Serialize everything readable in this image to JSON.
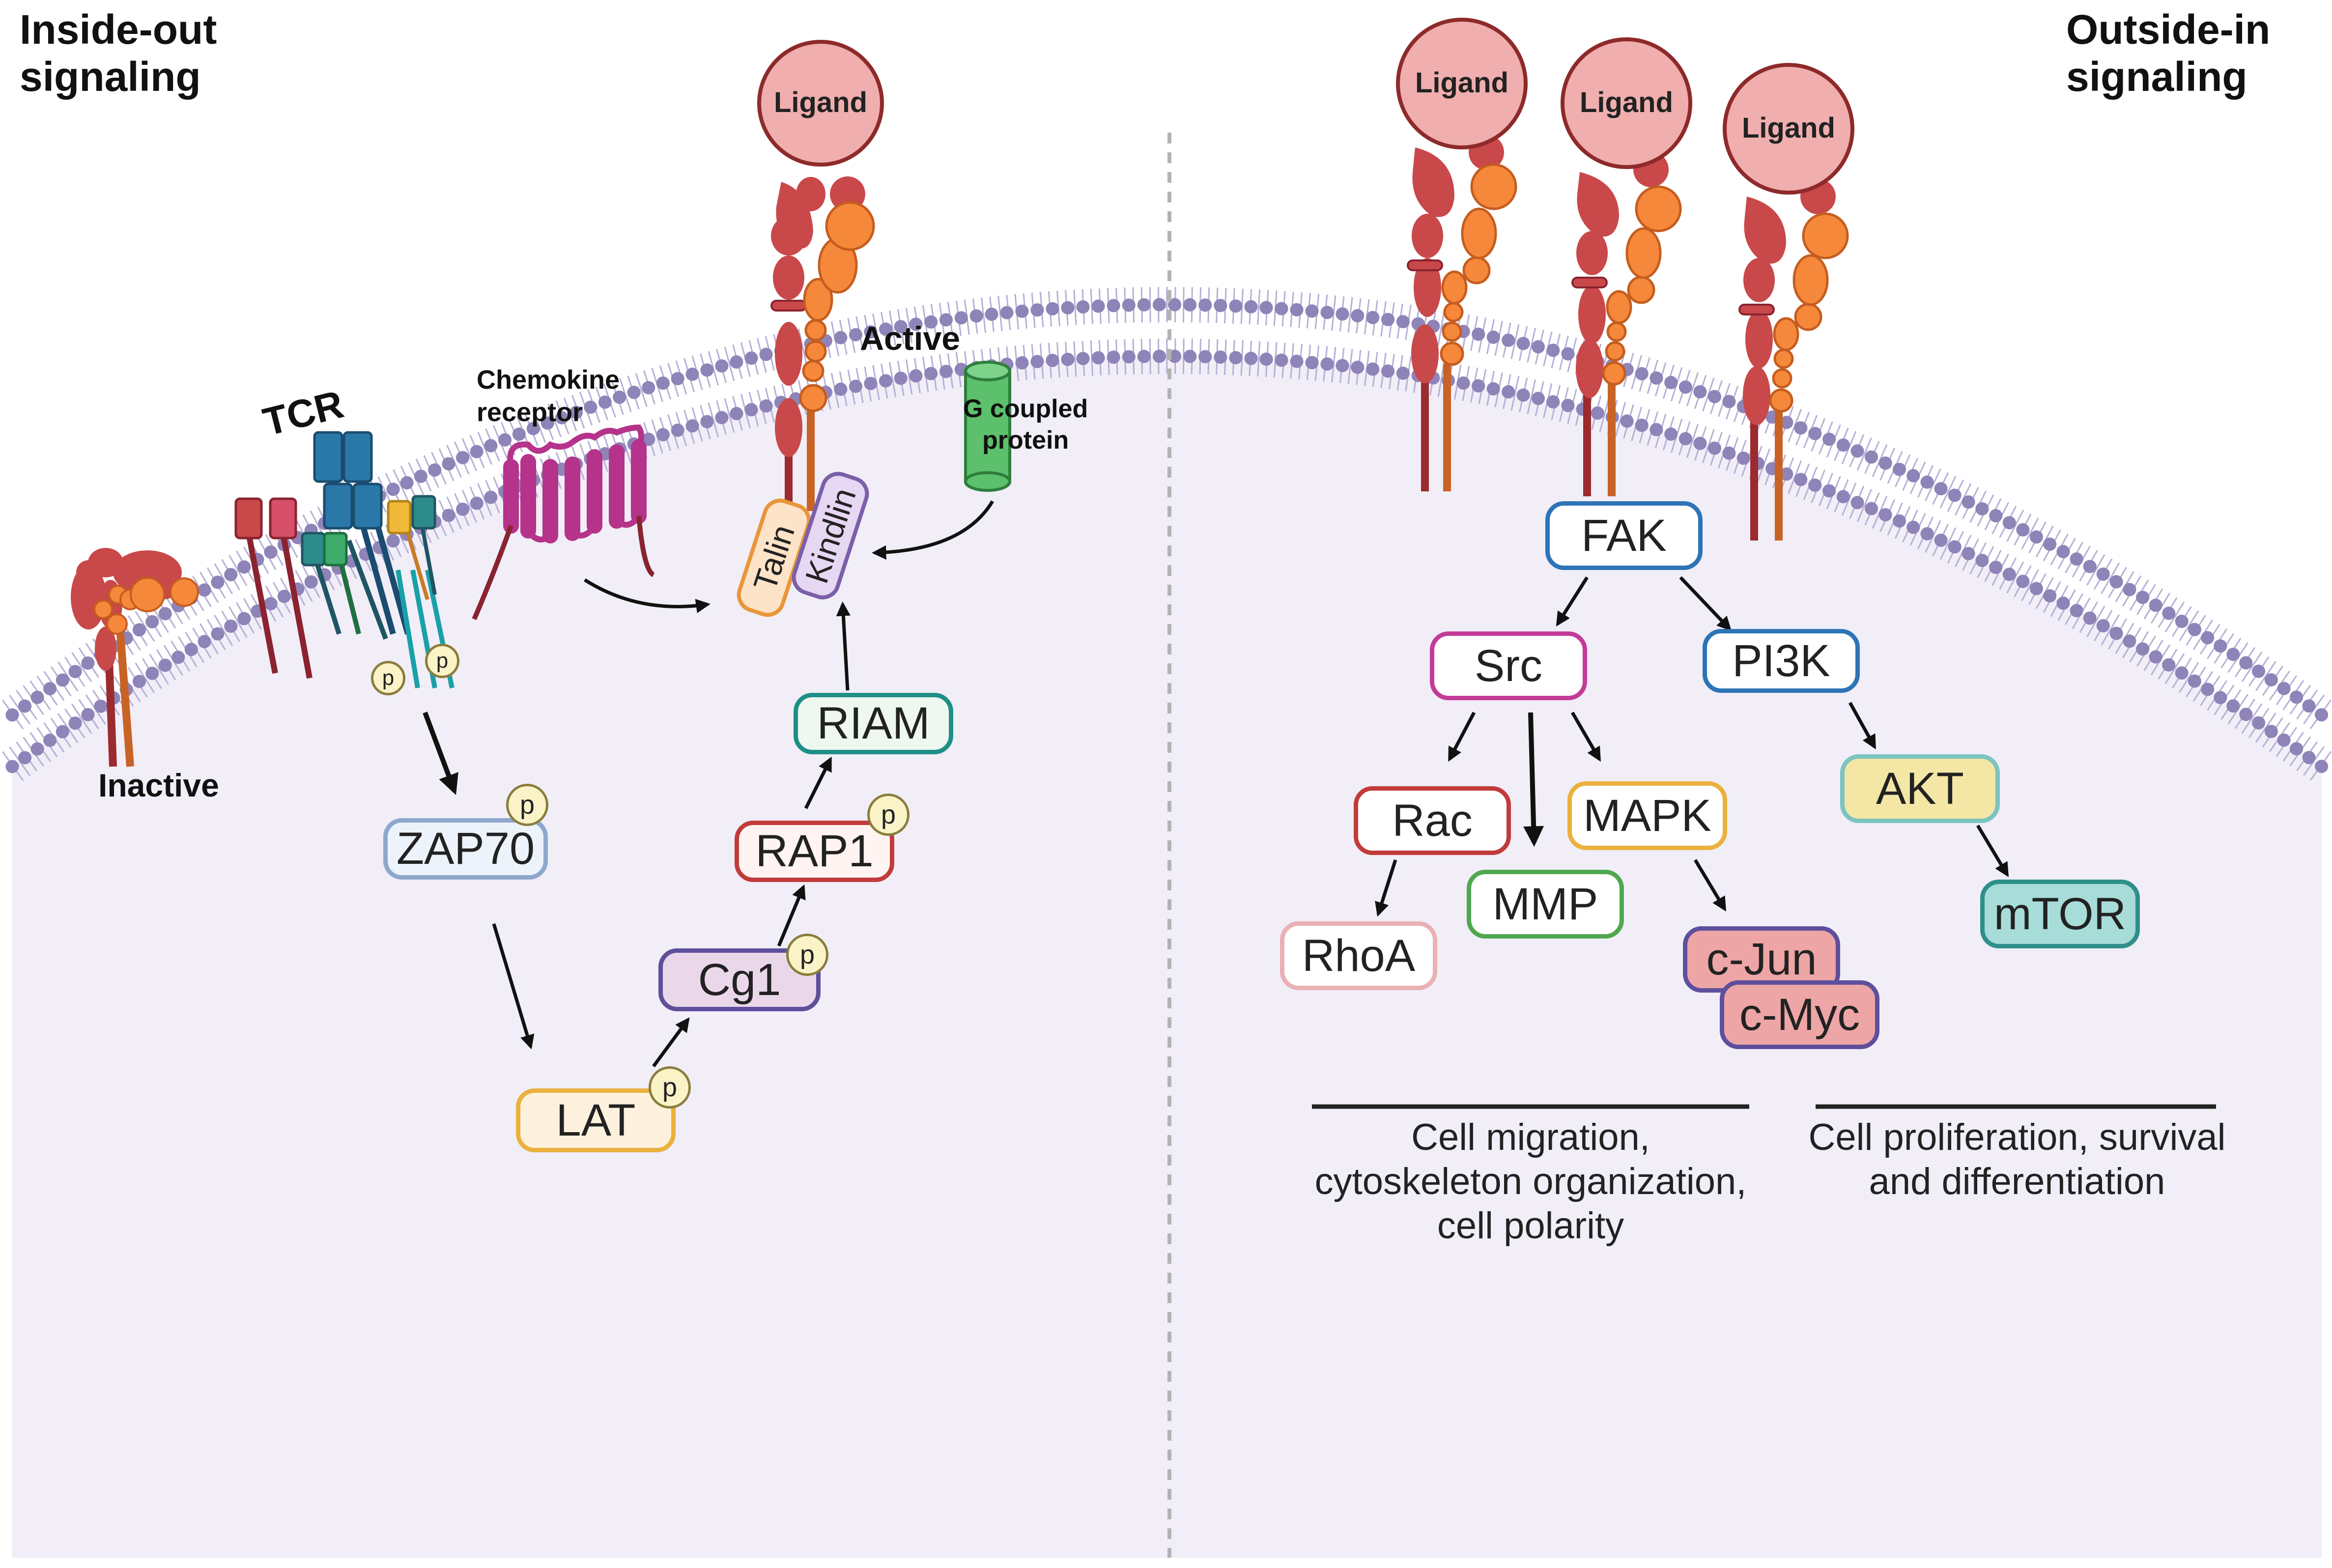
{
  "headings": {
    "inside_out": [
      "Inside-out",
      "signaling"
    ],
    "outside_in": [
      "Outside-in",
      "signaling"
    ]
  },
  "labels": {
    "tcr": "TCR",
    "chemokine_receptor": [
      "Chemokine",
      "receptor"
    ],
    "active": "Active",
    "inactive": "Inactive",
    "g_coupled_protein": [
      "G coupled",
      "protein"
    ],
    "ligand": "Ligand",
    "phospho": "p"
  },
  "adaptor": {
    "talin": "Talin",
    "kindlin": "Kindlin"
  },
  "nodes": {
    "zap70": "ZAP70",
    "lat": "LAT",
    "cg1": "Cg1",
    "rap1": "RAP1",
    "riam": "RIAM",
    "fak": "FAK",
    "src": "Src",
    "pi3k": "PI3K",
    "rac": "Rac",
    "mapk": "MAPK",
    "akt": "AKT",
    "mmp": "MMP",
    "rhoa": "RhoA",
    "cjun": "c-Jun",
    "cmyc": "c-Myc",
    "mtor": "mTOR"
  },
  "outcomes": {
    "migration": [
      "Cell migration,",
      "cytoskeleton organization,",
      "cell polarity"
    ],
    "proliferation": [
      "Cell proliferation, survival",
      "and differentiation"
    ]
  },
  "colors": {
    "cytoplasm": "#f1eef8",
    "lipid_head": "#8f84b8",
    "integrin_alpha": "#c9484a",
    "integrin_beta": "#f5883a",
    "ligand_fill": "#f0aeae",
    "ligand_stroke": "#8e2a2a",
    "chemokine_receptor": "#b5338a",
    "g_protein": "#5cc06c"
  }
}
